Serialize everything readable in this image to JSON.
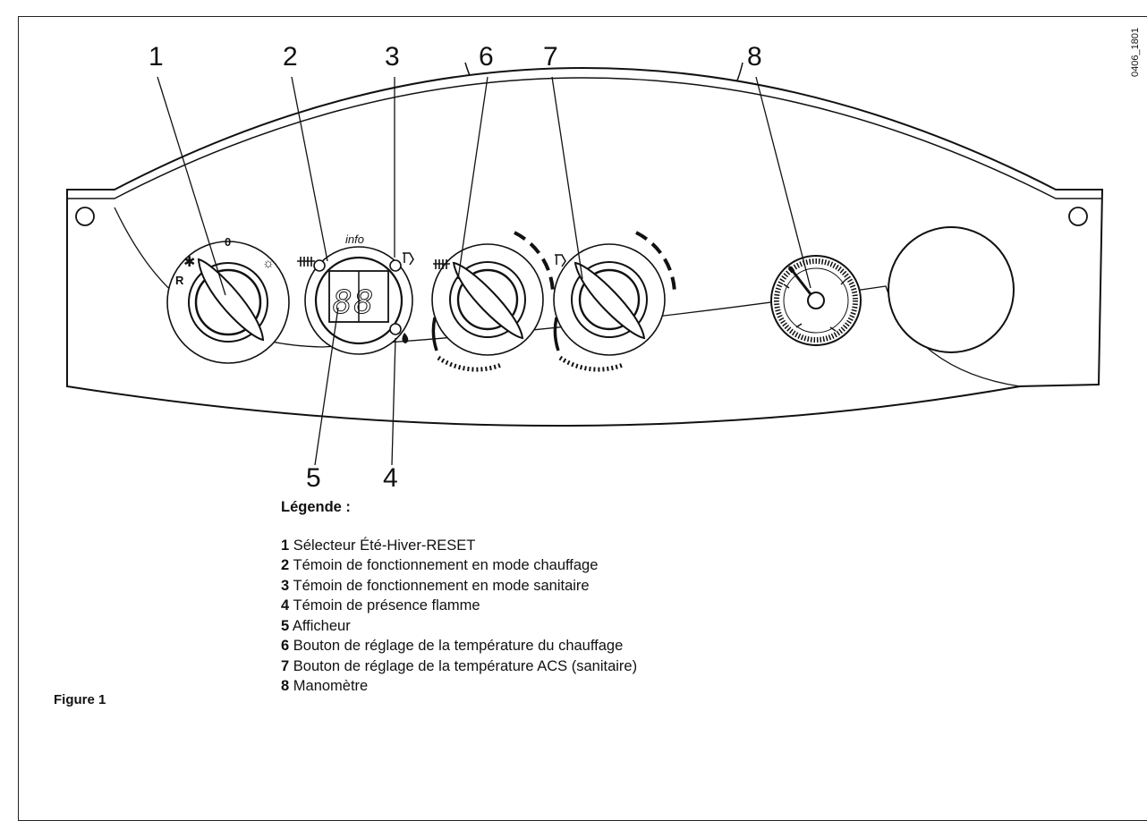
{
  "image_code": "0406_1801",
  "callouts": [
    "1",
    "2",
    "3",
    "6",
    "7",
    "8",
    "5",
    "4"
  ],
  "panel": {
    "selector_labels": {
      "snow": "✱",
      "off": "0",
      "sun": "☼",
      "reset": "R"
    },
    "info_label": "info",
    "display_digits": "88"
  },
  "legend": {
    "title": "Légende :",
    "items": [
      {
        "num": "1",
        "text": "Sélecteur Été-Hiver-RESET"
      },
      {
        "num": "2",
        "text": "Témoin de fonctionnement en mode chauffage"
      },
      {
        "num": "3",
        "text": "Témoin de fonctionnement en mode sanitaire"
      },
      {
        "num": "4",
        "text": "Témoin de présence flamme"
      },
      {
        "num": "5",
        "text": "Afficheur"
      },
      {
        "num": "6",
        "text": "Bouton de réglage de la température du chauffage"
      },
      {
        "num": "7",
        "text": "Bouton de réglage de la température ACS (sanitaire)"
      },
      {
        "num": "8",
        "text": "Manomètre"
      }
    ]
  },
  "figure_label": "Figure 1"
}
